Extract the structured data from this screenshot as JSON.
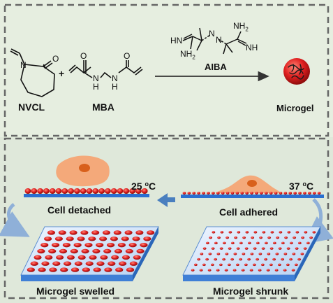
{
  "reaction": {
    "reagent_1": "NVCL",
    "plus": "+",
    "reagent_2": "MBA",
    "initiator": "AIBA",
    "product": "Microgel",
    "atoms": {
      "nitrogen": "N",
      "oxygen": "O",
      "nh": "H",
      "amidine_nh": "HN",
      "amine_nh2": "NH",
      "subscript_2": "2"
    }
  },
  "panel_bottom": {
    "temp_high_value": "25",
    "temp_high_sup": "o",
    "temp_high_unit": "C",
    "temp_low_value": "37",
    "temp_low_sup": "o",
    "temp_low_unit": "C",
    "state_detached": "Cell detached",
    "state_adhered": "Cell adhered",
    "state_swelled": "Microgel swelled",
    "state_shrunk": "Microgel shrunk"
  },
  "colors": {
    "top_bg": "#e6eee0",
    "bottom_bg": "#dfe8da",
    "dash": "#666666",
    "microgel_red": "#e02020",
    "cell_body": "#f4a97a",
    "cell_nucleus": "#d8601c",
    "plate_blue": "#2a6fd0",
    "arrow_blue": "#4a7fbf",
    "curve_arrow": "#8fb0d8"
  }
}
